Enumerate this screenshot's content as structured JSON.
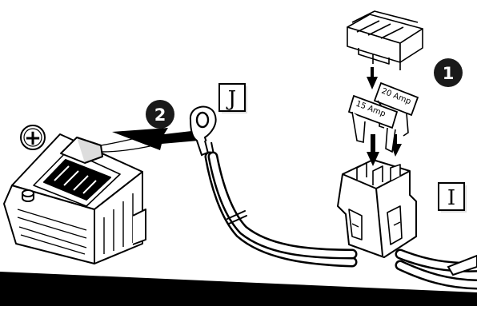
{
  "labels": {
    "ring_terminal": "J",
    "fuse_holder": "I"
  },
  "steps": {
    "fuse_step": "1",
    "connect_step": "2"
  },
  "fuses": {
    "top": "20 Amp",
    "bottom": "15 Amp"
  },
  "battery": {
    "terminal_symbol": "+"
  },
  "colors": {
    "line": "#000000",
    "fill": "#ffffff",
    "shade": "#cccccc",
    "badge": "#1a1a1a"
  }
}
